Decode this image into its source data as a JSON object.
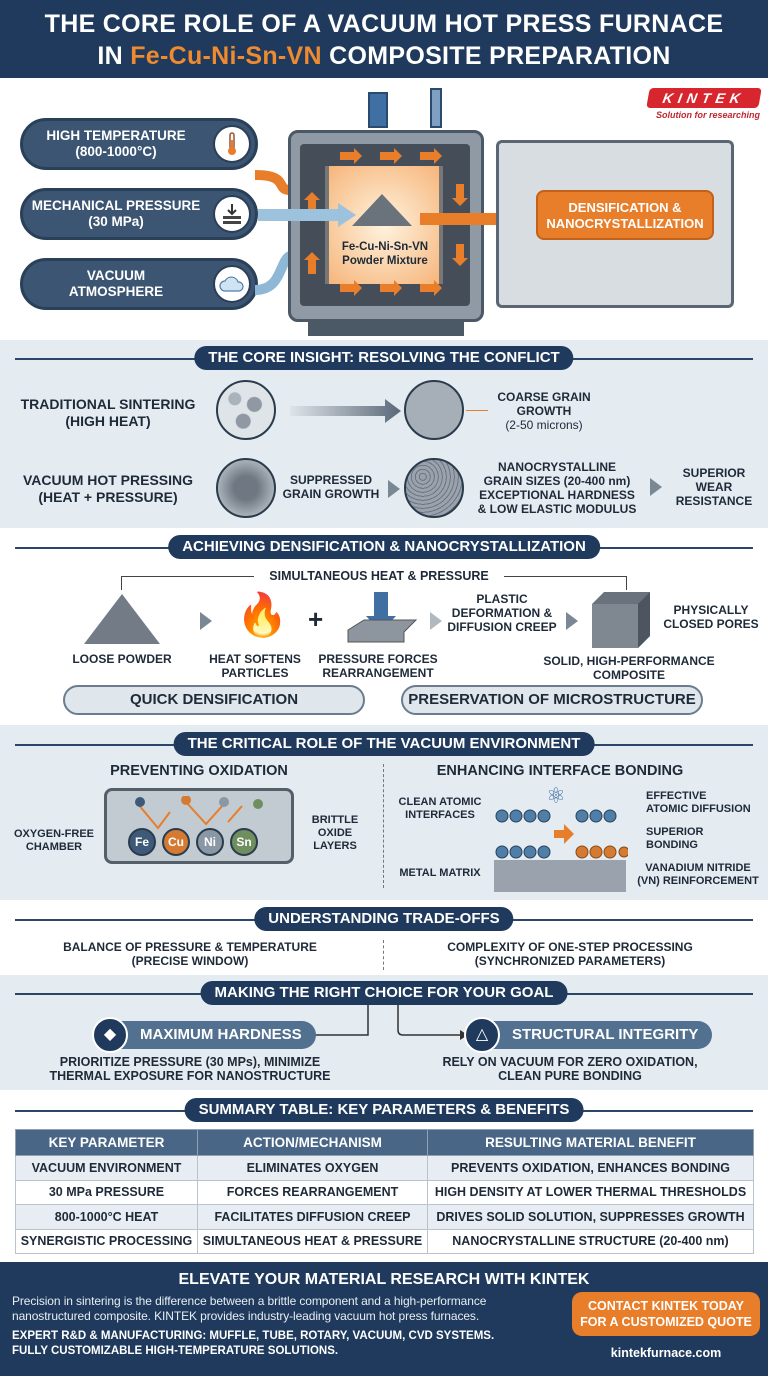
{
  "header": {
    "title_line1": "THE CORE ROLE OF A VACUUM HOT PRESS FURNACE",
    "title_line2_prefix": "IN ",
    "title_highlight": "Fe-Cu-Ni-Sn-VN",
    "title_line2_suffix": " COMPOSITE PREPARATION"
  },
  "logo": {
    "brand": "KINTEK",
    "tagline": "Solution for researching"
  },
  "hero": {
    "inputs": [
      {
        "label": "HIGH TEMPERATURE",
        "sub": "(800-1000°C)",
        "icon": "thermometer-icon"
      },
      {
        "label": "MECHANICAL PRESSURE",
        "sub": "(30 MPa)",
        "icon": "press-icon"
      },
      {
        "label": "VACUUM",
        "sub": "ATMOSPHERE",
        "icon": "cloud-icon"
      }
    ],
    "chamber_label_1": "Fe-Cu-Ni-Sn-VN",
    "chamber_label_2": "Powder Mixture",
    "output_1": "DENSIFICATION &",
    "output_2": "NANOCRYSTALLIZATION"
  },
  "insight": {
    "title": "THE CORE INSIGHT: RESOLVING THE CONFLICT",
    "row1_label_1": "TRADITIONAL SINTERING",
    "row1_label_2": "(HIGH HEAT)",
    "row1_result_1": "COARSE GRAIN",
    "row1_result_2": "GROWTH",
    "row1_result_3": "(2-50 microns)",
    "row2_label_1": "VACUUM HOT PRESSING",
    "row2_label_2": "(HEAT + PRESSURE)",
    "row2_mid_1": "SUPPRESSED",
    "row2_mid_2": "GRAIN GROWTH",
    "row2_bullet1_1": "NANOCRYSTALLINE",
    "row2_bullet1_2": "GRAIN SIZES (20-400 nm)",
    "row2_bullet2_1": "EXCEPTIONAL HARDNESS",
    "row2_bullet2_2": "& LOW ELASTIC MODULUS",
    "row2_final_1": "SUPERIOR",
    "row2_final_2": "WEAR",
    "row2_final_3": "RESISTANCE"
  },
  "densification": {
    "title": "ACHIEVING DENSIFICATION & NANOCRYSTALLIZATION",
    "bracket_label": "SIMULTANEOUS HEAT & PRESSURE",
    "step1": "LOOSE POWDER",
    "step2_1": "HEAT SOFTENS",
    "step2_2": "PARTICLES",
    "plus": "+",
    "step3_1": "PRESSURE FORCES",
    "step3_2": "REARRANGEMENT",
    "step4_1": "PLASTIC",
    "step4_2": "DEFORMATION &",
    "step4_3": "DIFFUSION CREEP",
    "step5_1": "SOLID, HIGH-PERFORMANCE",
    "step5_2": "COMPOSITE",
    "pores_1": "PHYSICALLY",
    "pores_2": "CLOSED PORES",
    "result1": "QUICK DENSIFICATION",
    "result2": "PRESERVATION OF MICROSTRUCTURE"
  },
  "vacuum": {
    "title": "THE CRITICAL ROLE OF THE VACUUM ENVIRONMENT",
    "left_title": "PREVENTING OXIDATION",
    "oxygen_1": "OXYGEN-FREE",
    "oxygen_2": "CHAMBER",
    "brittle_1": "BRITTLE",
    "brittle_2": "OXIDE",
    "brittle_3": "LAYERS",
    "elements": [
      "Fe",
      "Cu",
      "Ni",
      "Sn"
    ],
    "element_colors": [
      "#3e5a78",
      "#d47a33",
      "#8a97a4",
      "#6f8f5e"
    ],
    "right_title": "ENHANCING INTERFACE BONDING",
    "clean_1": "CLEAN ATOMIC",
    "clean_2": "INTERFACES",
    "metal_matrix": "METAL MATRIX",
    "effective_1": "EFFECTIVE",
    "effective_2": "ATOMIC DIFFUSION",
    "superior_1": "SUPERIOR",
    "superior_2": "BONDING",
    "vn_1": "VANADIUM NITRIDE",
    "vn_2": "(VN) REINFORCEMENT"
  },
  "tradeoffs": {
    "title": "UNDERSTANDING TRADE-OFFS",
    "left_1": "BALANCE OF PRESSURE & TEMPERATURE",
    "left_2": "(PRECISE WINDOW)",
    "right_1": "COMPLEXITY OF ONE-STEP PROCESSING",
    "right_2": "(SYNCHRONIZED PARAMETERS)"
  },
  "choice": {
    "title": "MAKING THE RIGHT CHOICE FOR YOUR GOAL",
    "goal1": "MAXIMUM HARDNESS",
    "goal1_desc_1": "PRIORITIZE PRESSURE (30 MPs), MINIMIZE",
    "goal1_desc_2": "THERMAL EXPOSURE FOR NANOSTRUCTURE",
    "goal2": "STRUCTURAL INTEGRITY",
    "goal2_desc_1": "RELY ON VACUUM FOR ZERO OXIDATION,",
    "goal2_desc_2": "CLEAN PURE BONDING"
  },
  "summary": {
    "title": "SUMMARY TABLE: KEY PARAMETERS & BENEFITS",
    "headers": [
      "KEY PARAMETER",
      "ACTION/MECHANISM",
      "RESULTING MATERIAL BENEFIT"
    ],
    "rows": [
      [
        "VACUUM ENVIRONMENT",
        "ELIMINATES OXYGEN",
        "PREVENTS OXIDATION, ENHANCES BONDING"
      ],
      [
        "30 MPa PRESSURE",
        "FORCES REARRANGEMENT",
        "HIGH DENSITY AT LOWER THERMAL THRESHOLDS"
      ],
      [
        "800-1000°C HEAT",
        "FACILITATES DIFFUSION CREEP",
        "DRIVES SOLID SOLUTION, SUPPRESSES GROWTH"
      ],
      [
        "SYNERGISTIC PROCESSING",
        "SIMULTANEOUS HEAT & PRESSURE",
        "NANOCRYSTALLINE STRUCTURE (20-400 nm)"
      ]
    ]
  },
  "footer": {
    "title": "ELEVATE YOUR MATERIAL RESEARCH WITH KINTEK",
    "para_1": "Precision in sintering is the difference between a brittle component and a high-performance",
    "para_2": "nanostructured composite. KINTEK provides industry-leading vacuum hot press furnaces.",
    "caps_1": "EXPERT R&D & MANUFACTURING: MUFFLE, TUBE, ROTARY, VACUUM, CVD SYSTEMS.",
    "caps_2": "FULLY CUSTOMIZABLE HIGH-TEMPERATURE SOLUTIONS.",
    "cta_1": "CONTACT KINTEK TODAY",
    "cta_2": "FOR A CUSTOMIZED QUOTE",
    "url": "kintekfurnace.com"
  },
  "colors": {
    "navy": "#1f3a5c",
    "orange": "#e87d2a",
    "light_band": "#e4ebf1"
  }
}
